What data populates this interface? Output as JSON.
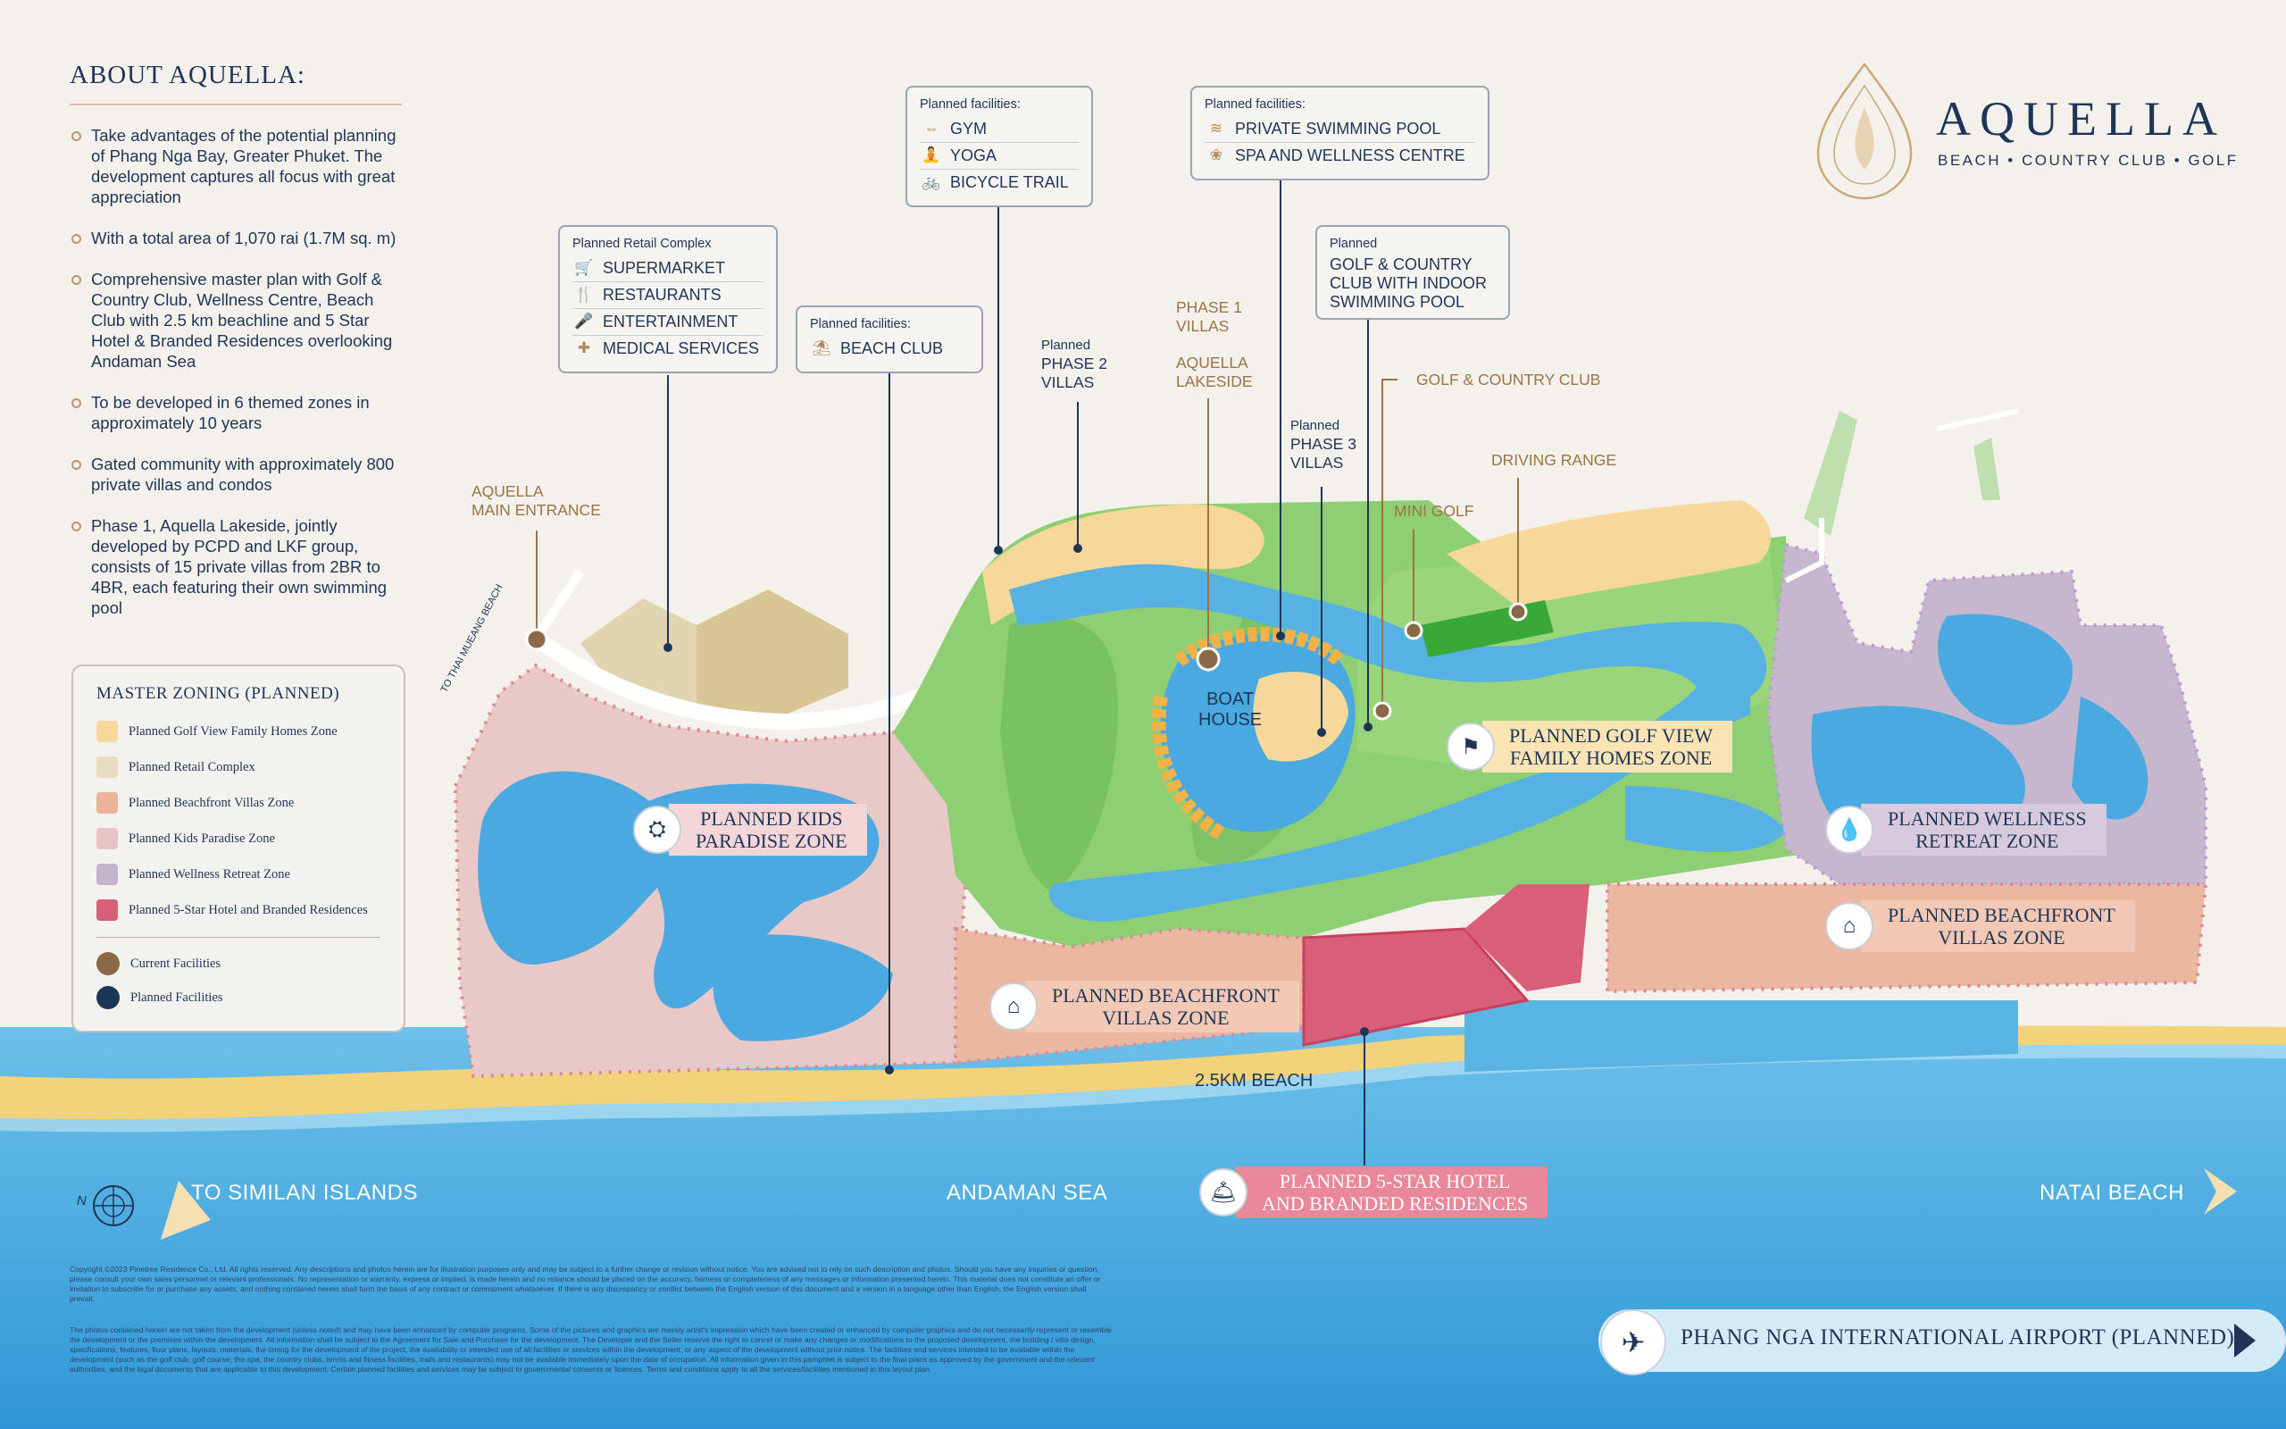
{
  "brand": {
    "name": "AQUELLA",
    "tagline": "BEACH • COUNTRY CLUB • GOLF"
  },
  "about": {
    "title": "ABOUT AQUELLA:",
    "items": [
      "Take advantages of the potential planning of Phang Nga Bay, Greater Phuket. The development captures all focus with great appreciation",
      "With a total area of 1,070 rai (1.7M sq. m)",
      "Comprehensive master plan with Golf & Country Club, Wellness Centre, Beach Club with 2.5 km beachline and 5 Star Hotel & Branded Residences overlooking Andaman Sea",
      "To be developed in 6 themed zones in approximately 10 years",
      "Gated community with approximately 800 private villas and condos",
      "Phase 1, Aquella Lakeside, jointly developed by PCPD and LKF group, consists of 15 private villas from 2BR to 4BR, each featuring their own swimming pool"
    ]
  },
  "legend": {
    "title": "MASTER ZONING (PLANNED)",
    "zones": [
      {
        "label": "Planned Golf View Family Homes Zone",
        "color": "#f8d79a"
      },
      {
        "label": "Planned Retail Complex",
        "color": "#e8dcc0"
      },
      {
        "label": "Planned Beachfront Villas Zone",
        "color": "#eab39a"
      },
      {
        "label": "Planned Kids Paradise Zone",
        "color": "#e8c4c6"
      },
      {
        "label": "Planned Wellness Retreat Zone",
        "color": "#c5b5cc"
      },
      {
        "label": "Planned 5-Star Hotel and Branded Residences",
        "color": "#d95f78"
      }
    ],
    "facilities": [
      {
        "label": "Current Facilities",
        "color": "#8a6a46"
      },
      {
        "label": "Planned Facilities",
        "color": "#1e3656"
      }
    ]
  },
  "callouts": {
    "retail": {
      "caption": "Planned Retail Complex",
      "items": [
        {
          "icon": "cart-icon",
          "label": "SUPERMARKET"
        },
        {
          "icon": "cutlery-icon",
          "label": "RESTAURANTS"
        },
        {
          "icon": "microphone-icon",
          "label": "ENTERTAINMENT"
        },
        {
          "icon": "medical-icon",
          "label": "MEDICAL SERVICES"
        }
      ]
    },
    "beach": {
      "caption": "Planned facilities:",
      "items": [
        {
          "icon": "umbrella-icon",
          "label": "BEACH CLUB"
        }
      ]
    },
    "gym": {
      "caption": "Planned facilities:",
      "items": [
        {
          "icon": "dumbbell-icon",
          "label": "GYM"
        },
        {
          "icon": "yoga-icon",
          "label": "YOGA"
        },
        {
          "icon": "bicycle-icon",
          "label": "BICYCLE TRAIL"
        }
      ]
    },
    "pool": {
      "caption": "Planned facilities:",
      "items": [
        {
          "icon": "swimmer-icon",
          "label": "PRIVATE SWIMMING POOL"
        },
        {
          "icon": "lotus-icon",
          "label": "SPA AND WELLNESS CENTRE"
        }
      ]
    },
    "golf_club": {
      "caption": "Planned",
      "lines": [
        "GOLF & COUNTRY",
        "CLUB WITH INDOOR",
        "SWIMMING POOL"
      ]
    }
  },
  "labels": {
    "main_entrance": [
      "AQUELLA",
      "MAIN ENTRANCE"
    ],
    "phase2": {
      "caption": "Planned",
      "lines": [
        "PHASE 2",
        "VILLAS"
      ]
    },
    "phase1": [
      "PHASE 1",
      "VILLAS"
    ],
    "lakeside": [
      "AQUELLA",
      "LAKESIDE"
    ],
    "phase3": {
      "caption": "Planned",
      "lines": [
        "PHASE 3",
        "VILLAS"
      ]
    },
    "golf_country_club": "GOLF & COUNTRY CLUB",
    "driving_range": "DRIVING RANGE",
    "mini_golf": "MINI GOLF",
    "boat_house": [
      "BOAT",
      "HOUSE"
    ],
    "beach_length": "2.5KM BEACH",
    "thai_mueang": "TO THAI MUEANG BEACH",
    "compass": "N"
  },
  "zones": {
    "kids": [
      "PLANNED KIDS",
      "PARADISE ZONE"
    ],
    "golf_view": [
      "PLANNED GOLF VIEW",
      "FAMILY HOMES ZONE"
    ],
    "wellness": [
      "PLANNED WELLNESS",
      "RETREAT ZONE"
    ],
    "beachfront_east": [
      "PLANNED BEACHFRONT",
      "VILLAS ZONE"
    ],
    "beachfront_west": [
      "PLANNED BEACHFRONT",
      "VILLAS ZONE"
    ],
    "hotel": [
      "PLANNED 5-STAR HOTEL",
      "AND BRANDED RESIDENCES"
    ]
  },
  "sea": {
    "similan": "TO SIMILAN ISLANDS",
    "andaman": "ANDAMAN SEA",
    "natai": "NATAI BEACH",
    "airport": "PHANG NGA INTERNATIONAL AIRPORT (PLANNED)"
  },
  "disclaimer": [
    "Copyright ©2023 Pinetree Residence Co., Ltd. All rights reserved. Any descriptions and photos herein are for illustration purposes only and may be subject to a further change or revision without notice. You are advised not to rely on such description and photos. Should you have any inquiries or question, please consult your own sales personnel or relevant professionals. No representation or warranty, express or implied, is made herein and no reliance should be placed on the accuracy, fairness or completeness of any messages or information presented herein. This material does not constitute an offer or invitation to subscribe for or purchase any assets, and nothing contained herein shall form the basis of any contract or commitment whatsoever. If there is any discrepancy or conflict between the English version of this document and a version in a language other than English, the English version shall prevail.",
    "The photos contained herein are not taken from the development (unless noted) and may have been enhanced by computer programs. Some of the pictures and graphics are merely artist's impression which have been created or enhanced by computer graphics and do not necessarily represent or resemble the development or the premises within the development. All information shall be subject to the Agreement for Sale and Purchase for the development. The Developer and the Seller reserve the right to cancel or make any changes or modifications to the proposed development, the building / villa design, specifications, features, floor plans, layouts, materials, the timing for the development of the project, the availability or intended use of all facilities or services within the development, or any aspect of the development without prior notice. The facilities and services intended to be available within the development (such as the golf club, golf course, the spa, the country clubs, tennis and fitness facilities, trails and restaurants) may not be available immediately upon the date of occupation. All information given in this pamphlet is subject to the final plans as approved by the government and the relevant authorities, and the legal documents that are applicable to this development. Certain planned facilities and services may be subject to governmental consents or licences. Terms and conditions apply to all the services/facilities mentioned in this layout plan."
  ]
}
